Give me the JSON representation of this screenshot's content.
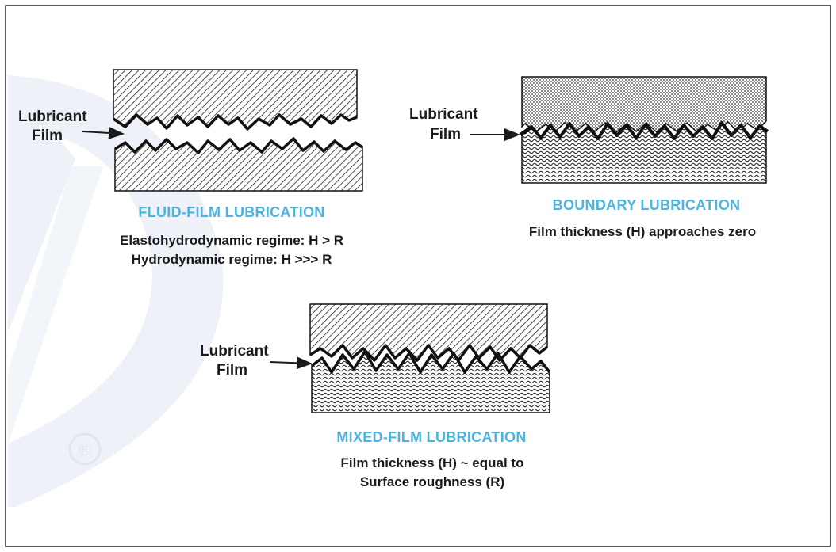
{
  "panels": {
    "fluid": {
      "side_label_1": "Lubricant",
      "side_label_2": "Film",
      "title": "FLUID-FILM LUBRICATION",
      "line_1": "Elastohydrodynamic regime: H > R",
      "line_2": "Hydrodynamic regime: H >>> R"
    },
    "boundary": {
      "side_label_1": "Lubricant",
      "side_label_2": "Film",
      "title": "BOUNDARY LUBRICATION",
      "line_1": "Film thickness (H) approaches zero"
    },
    "mixed": {
      "side_label_1": "Lubricant",
      "side_label_2": "Film",
      "title": "MIXED-FILM LUBRICATION",
      "line_1": "Film thickness (H) ~ equal to",
      "line_2": "Surface roughness (R)"
    }
  },
  "watermark": {
    "symbol": "®"
  },
  "colors": {
    "title": "#4cb4de",
    "watermark": "#e6ecf5",
    "ink": "#1a1a1a"
  }
}
